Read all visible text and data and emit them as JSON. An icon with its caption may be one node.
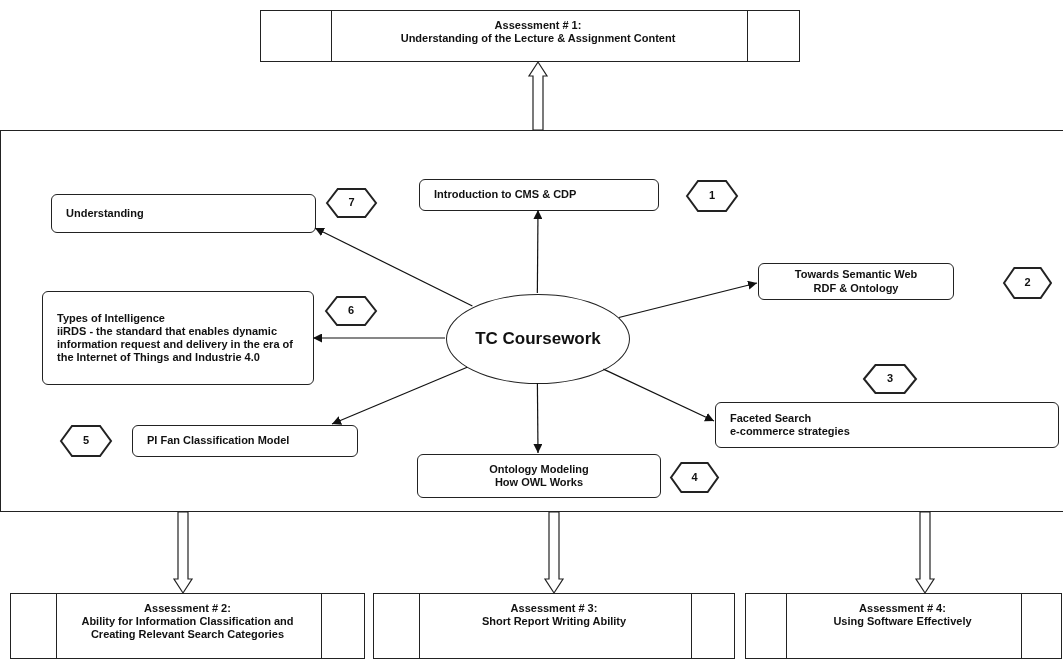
{
  "diagram": {
    "nodes": [
      {
        "text": [
          "Assessment # 1:",
          "Understanding of the Lecture & Assignment Content"
        ]
      },
      {
        "text": [],
        "shape": "box"
      },
      {
        "text": [
          "TC Coursework"
        ],
        "in": 1
      },
      {
        "text": [
          "Introduction to CMS & CDP"
        ],
        "in": 1
      },
      {
        "text": [
          "1"
        ],
        "in": 1
      },
      {
        "text": [
          "Towards Semantic Web",
          "RDF & Ontology"
        ],
        "in": 1
      },
      {
        "text": [
          "2"
        ],
        "in": 1
      },
      {
        "text": [
          "3"
        ],
        "in": 1
      },
      {
        "text": [
          "Faceted Search",
          "e-commerce strategies"
        ],
        "in": 1
      },
      {
        "text": [
          "Ontology Modeling",
          "How OWL Works"
        ],
        "in": 1
      },
      {
        "text": [
          "4"
        ],
        "in": 1
      },
      {
        "text": [
          "PI Fan Classification Model"
        ],
        "in": 1
      },
      {
        "text": [
          "5"
        ],
        "in": 1
      },
      {
        "text": [
          "Types of Intelligence",
          "iiRDS - the standard that enables dynamic information request and delivery in the era of the Internet of Things and Industrie 4.0"
        ],
        "in": 1
      },
      {
        "text": [
          "6"
        ],
        "in": 1
      },
      {
        "text": [
          "Understanding"
        ],
        "in": 1
      },
      {
        "text": [
          "7"
        ],
        "in": 1
      },
      {
        "text": [
          "Assessment # 2:",
          "Ability for Information Classification and Creating Relevant Search Categories"
        ]
      },
      {
        "text": [
          "Assessment # 3:",
          "Short Report Writing Ability"
        ]
      },
      {
        "text": [
          "Assessment # 4:",
          "Using Software Effectively"
        ]
      }
    ],
    "edges": [
      {
        "from": 2,
        "to": 3,
        "arrow": "to"
      },
      {
        "from": 2,
        "to": 5,
        "arrow": "to"
      },
      {
        "from": 2,
        "to": 8,
        "arrow": "to"
      },
      {
        "from": 2,
        "to": 9,
        "arrow": "to"
      },
      {
        "from": 2,
        "to": 11,
        "arrow": "to"
      },
      {
        "from": 2,
        "to": 13,
        "arrow": "to"
      },
      {
        "from": 2,
        "to": 15,
        "arrow": "to"
      },
      {
        "from": 1,
        "to": 0,
        "arrow": "to",
        "style": "thick"
      },
      {
        "from": 1,
        "to": 17,
        "arrow": "to",
        "style": "thick"
      },
      {
        "from": 1,
        "to": 18,
        "arrow": "to",
        "style": "thick"
      },
      {
        "from": 1,
        "to": 19,
        "arrow": "to",
        "style": "thick"
      }
    ]
  }
}
